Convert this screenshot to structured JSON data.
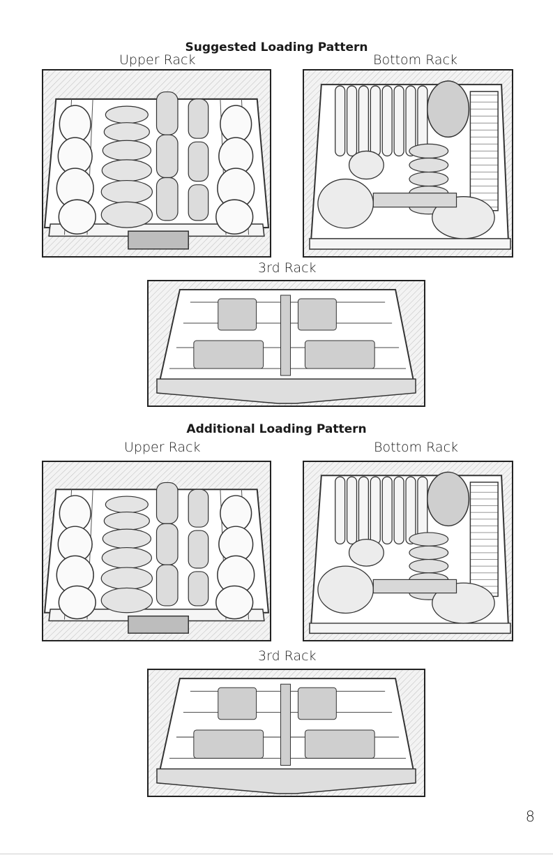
{
  "sections": [
    {
      "heading": "Suggested Loading Pattern",
      "upper_label": "Upper Rack",
      "bottom_label": "Bottom Rack",
      "third_label": "3rd Rack"
    },
    {
      "heading": "Additional Loading Pattern",
      "upper_label": "Upper Rack",
      "bottom_label": "Bottom Rack",
      "third_label": "3rd Rack"
    }
  ],
  "page_number": "8",
  "colors": {
    "line": "#222222",
    "wire": "#444444",
    "fill": "#e9e9e9"
  }
}
